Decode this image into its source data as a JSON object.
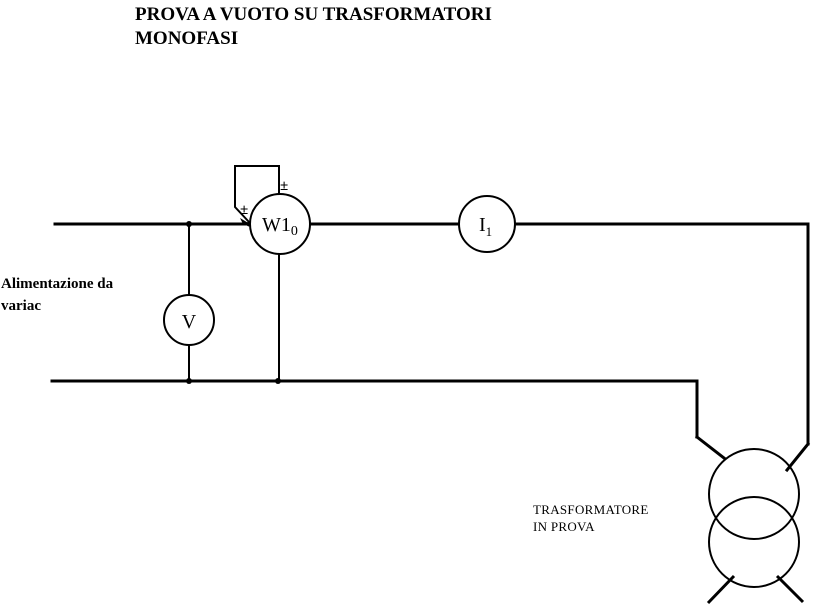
{
  "title": {
    "line1": "PROVA A VUOTO SU TRASFORMATORI",
    "line2": "MONOFASI"
  },
  "supply_label": {
    "line1": "Alimentazione da",
    "line2": "variac"
  },
  "transformer_label": {
    "line1": "TRASFORMATORE",
    "line2": "IN PROVA"
  },
  "instruments": {
    "voltmeter": "V",
    "wattmeter": "W1",
    "wattmeter_sub": "0",
    "ammeter": "I",
    "ammeter_sub": "1"
  },
  "terminal_marks": {
    "current_coil": "±",
    "voltage_coil": "±"
  },
  "colors": {
    "line": "#000000",
    "background": "#ffffff"
  }
}
